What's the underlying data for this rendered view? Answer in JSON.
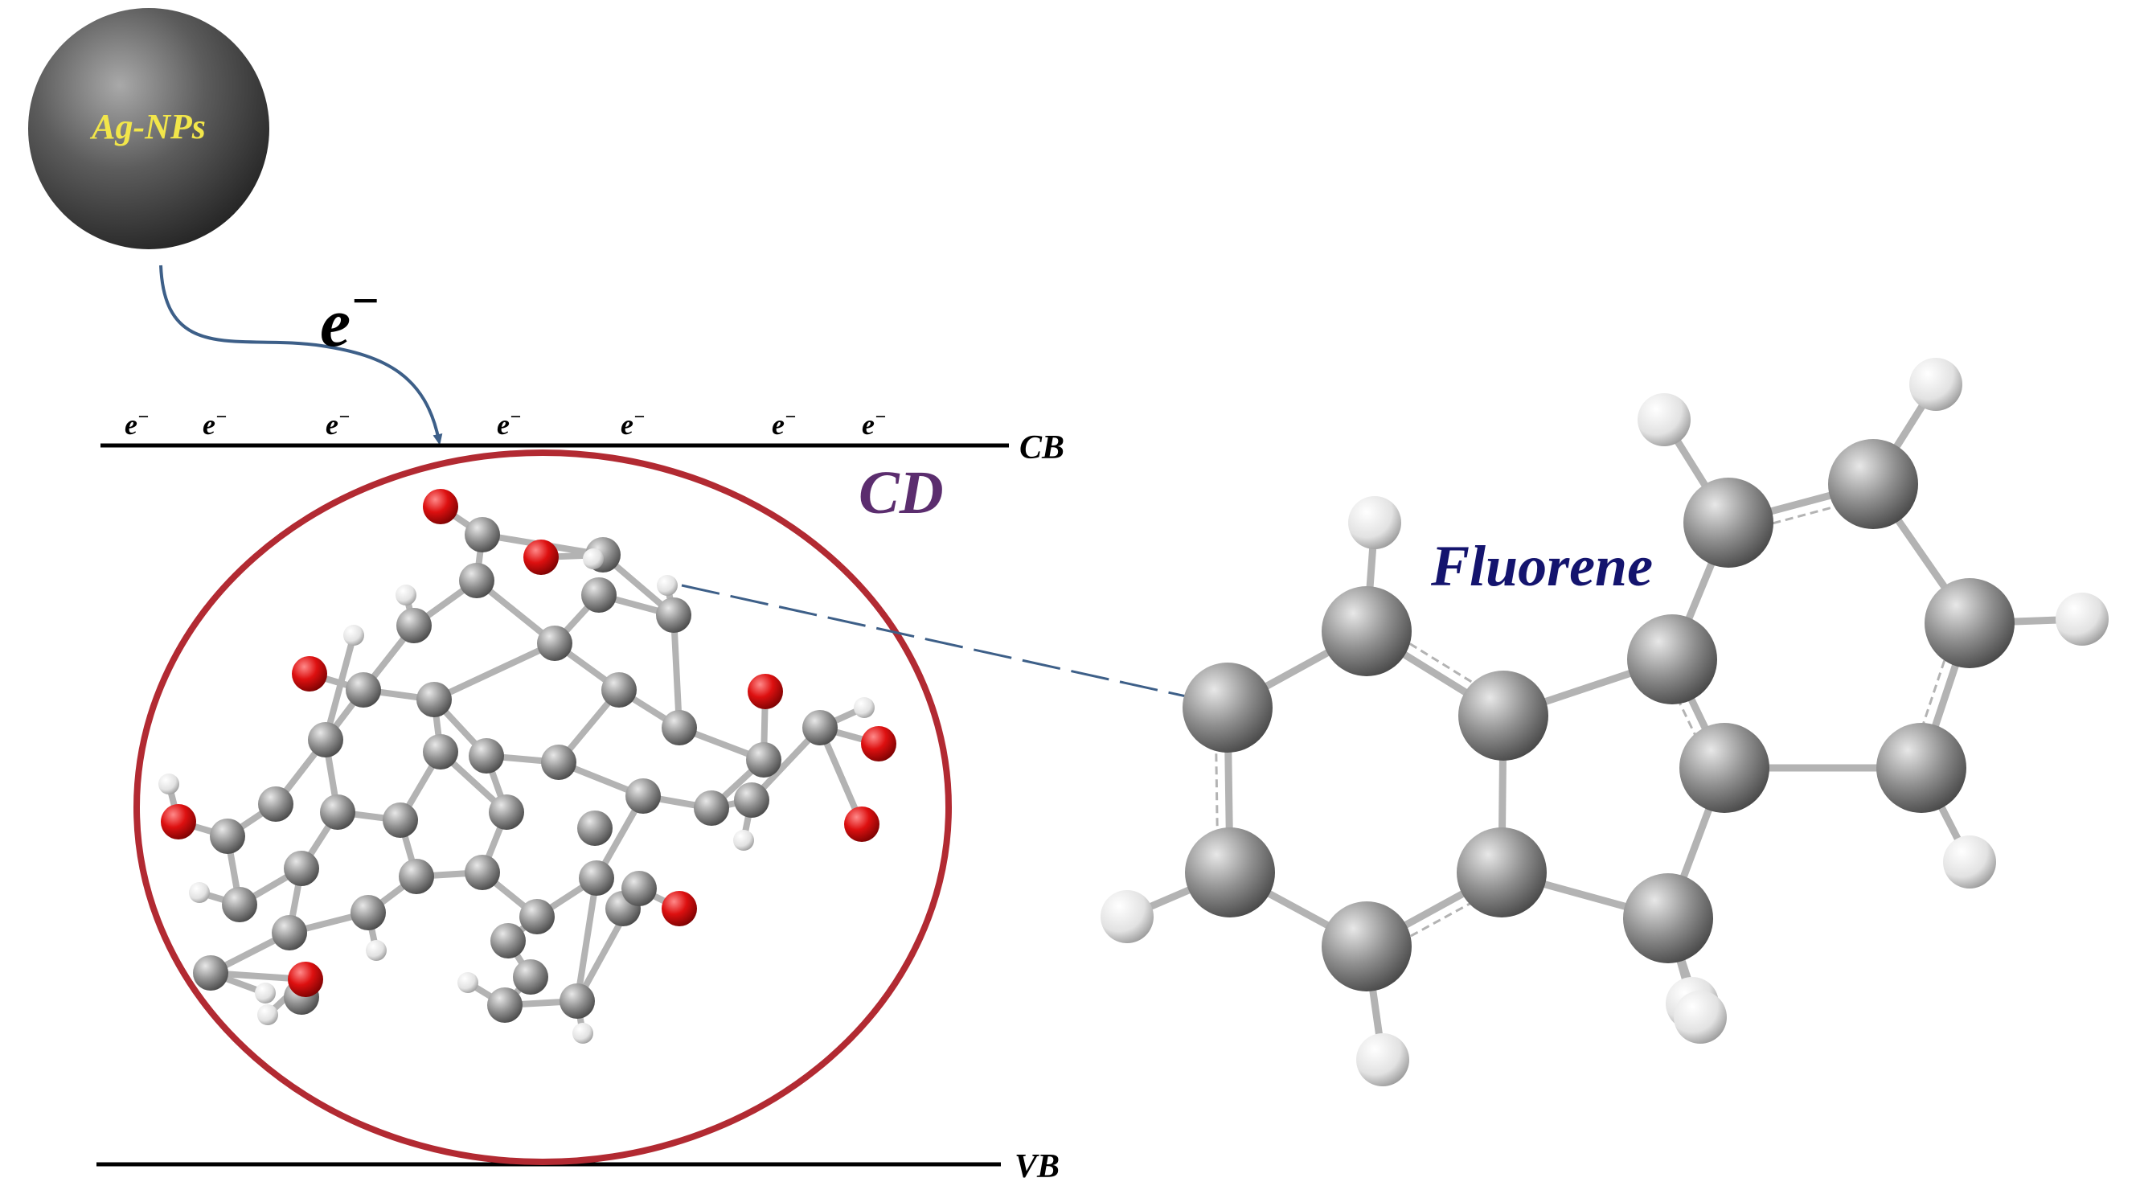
{
  "labels": {
    "nanoparticle": "Ag-NPs",
    "electron_transfer": "e",
    "electron_charge": "−",
    "small_electron": "e",
    "small_charge": "−",
    "conduction_band": "CB",
    "valence_band": "VB",
    "carbon_dot": "CD",
    "molecule": "Fluorene"
  },
  "colors": {
    "nanoparticle_text": "#f2e64a",
    "circle": "#b22a32",
    "cd_text": "#5b2d6e",
    "fluorene_text": "#14146e",
    "arrow": "#3d5f88",
    "oxygen": "#d01010",
    "carbon": "#8a8a8a",
    "hydrogen": "#e6e6e6",
    "bond": "#b3b3b3"
  },
  "icons": {
    "nanoparticle": "grey-sphere",
    "carbon-atom": "grey-ball",
    "oxygen-atom": "red-ball",
    "hydrogen-atom": "white-ball"
  }
}
